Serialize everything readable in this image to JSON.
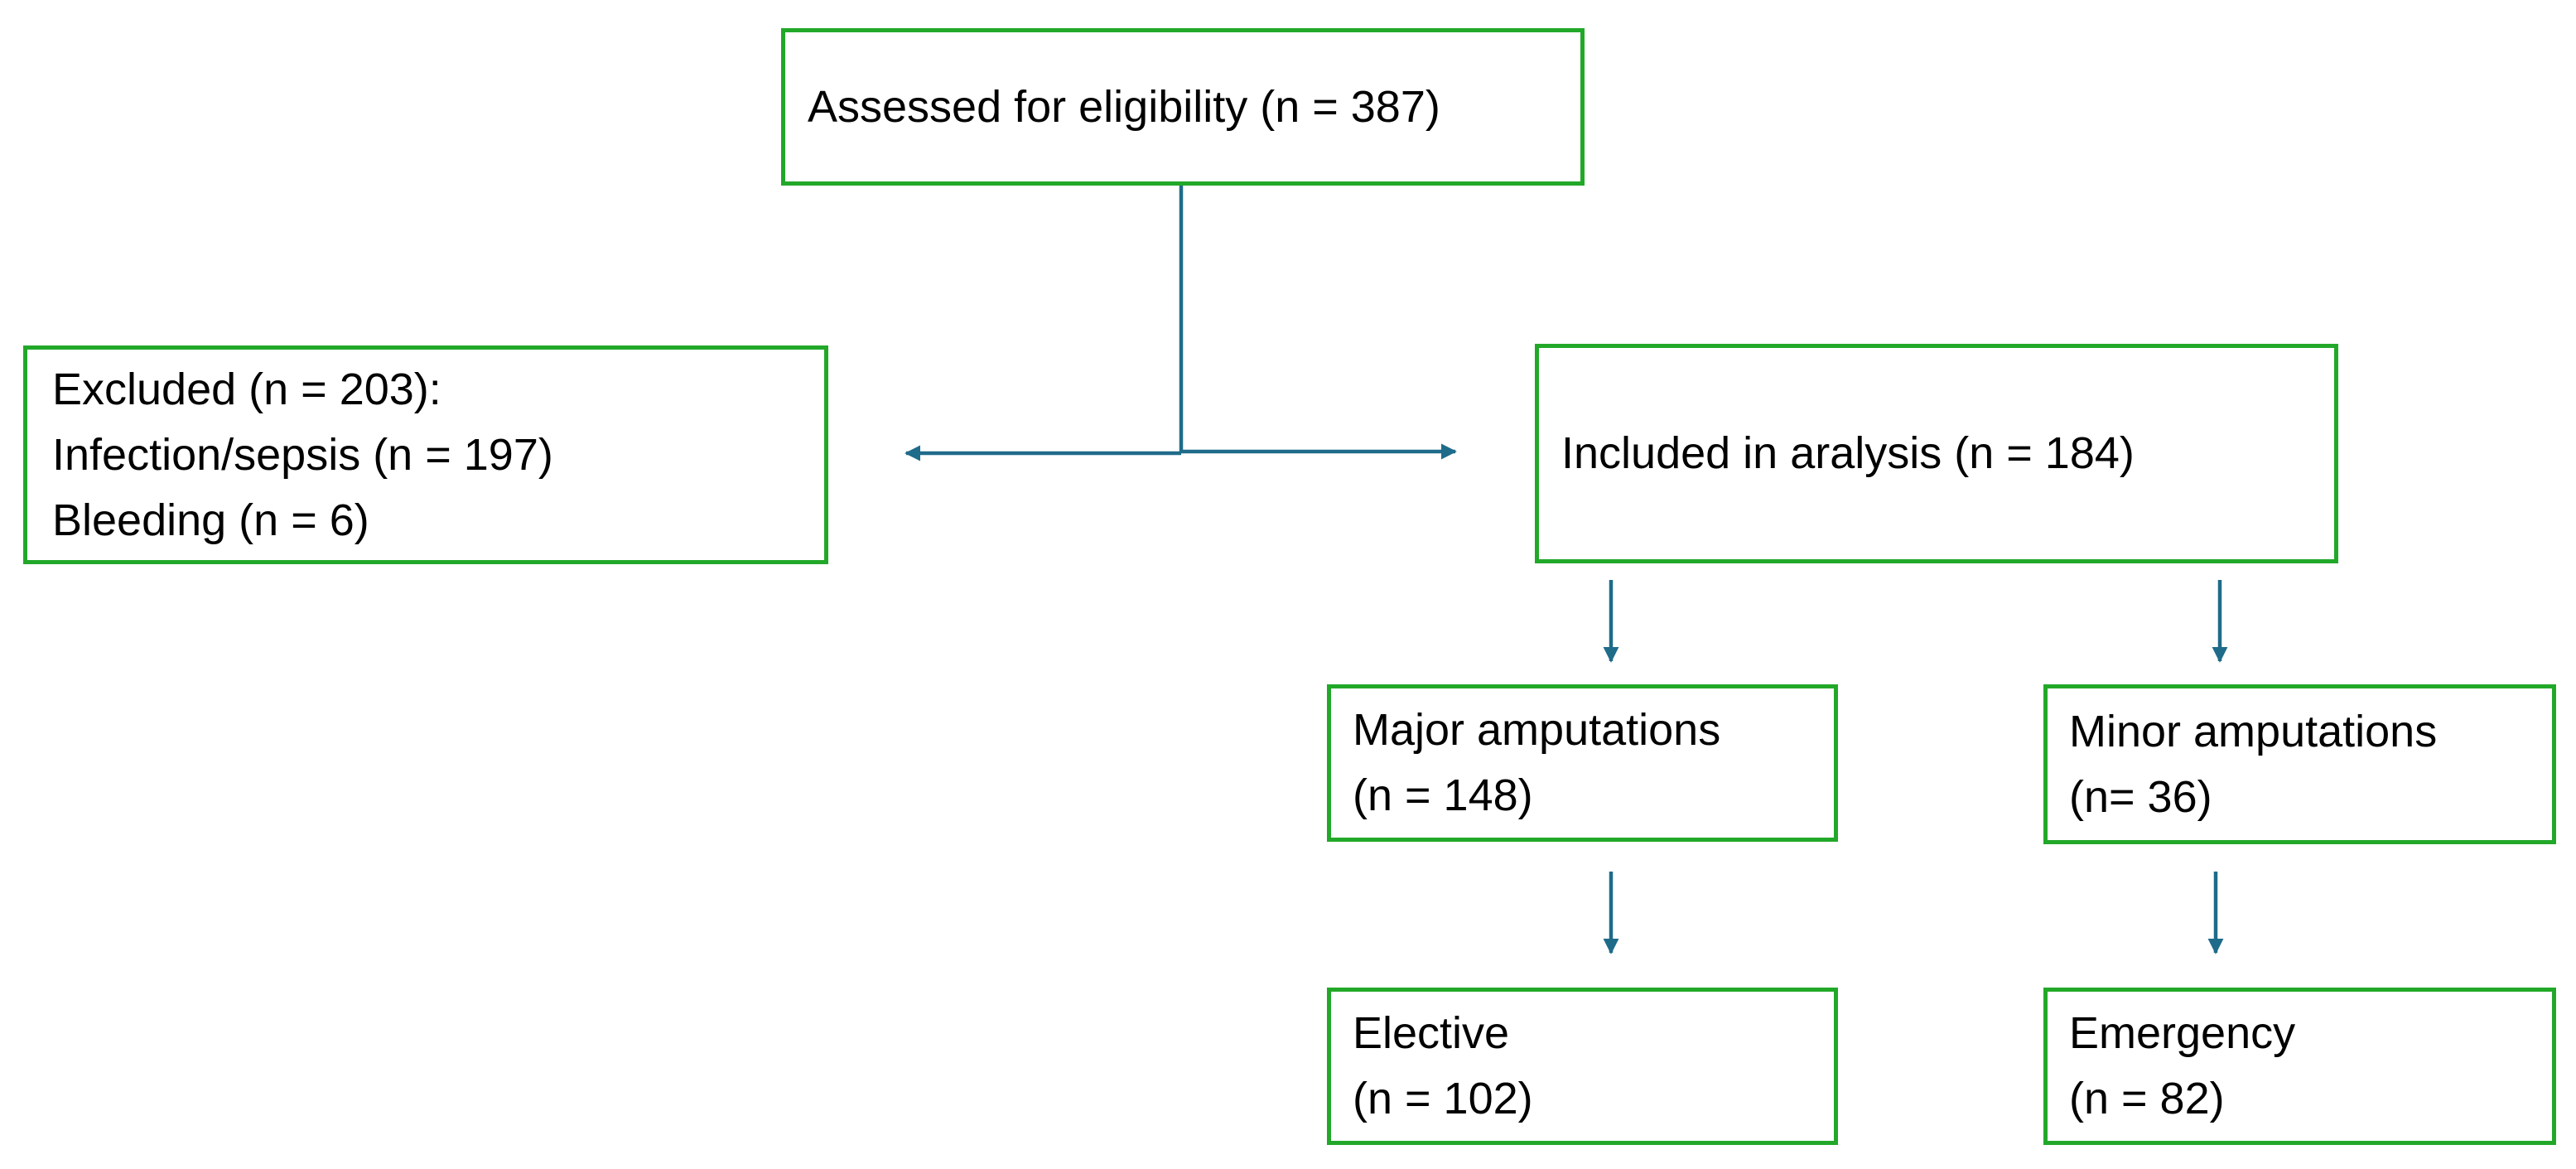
{
  "assessed": {
    "text": "Assessed for eligibility (n = 387)"
  },
  "excluded": {
    "heading": "Excluded (n = 203):",
    "reasons": [
      "Infection/sepsis (n = 197)",
      "Bleeding (n = 6)"
    ]
  },
  "included": {
    "text": "Included in aralysis (n = 184)"
  },
  "major": {
    "label": "Major amputations",
    "count": "(n = 148)"
  },
  "minor": {
    "label": "Minor amputations",
    "count": "(n= 36)"
  },
  "elective": {
    "label": "Elective",
    "count": "(n = 102)"
  },
  "emergency": {
    "label": "Emergency",
    "count": "(n = 82)"
  },
  "colors": {
    "box_border": "#22a829",
    "connector": "#1f6b8a",
    "text": "#000000",
    "background": "#ffffff"
  }
}
